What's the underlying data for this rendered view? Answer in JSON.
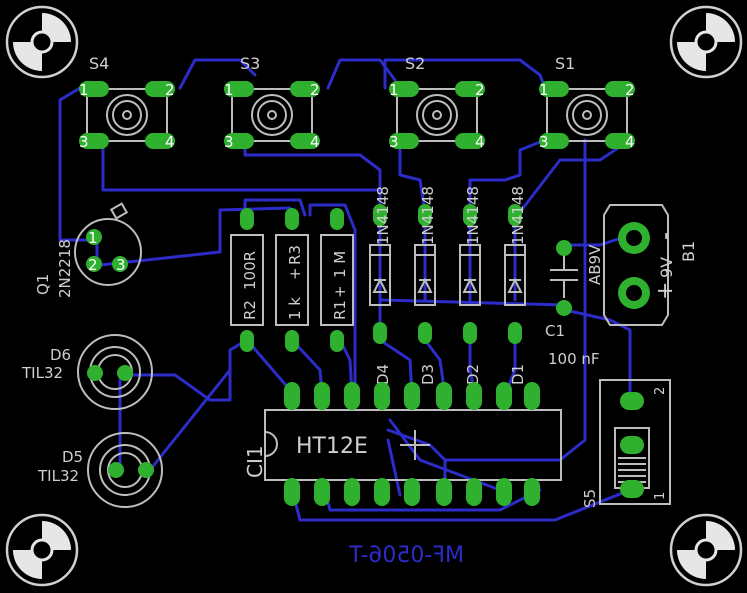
{
  "switches": [
    {
      "ref": "S4",
      "pins": [
        "1",
        "2",
        "3",
        "4"
      ]
    },
    {
      "ref": "S3",
      "pins": [
        "1",
        "2",
        "3",
        "4"
      ]
    },
    {
      "ref": "S2",
      "pins": [
        "1",
        "2",
        "3",
        "4"
      ]
    },
    {
      "ref": "S1",
      "pins": [
        "1",
        "2",
        "3",
        "4"
      ]
    }
  ],
  "diodes": [
    {
      "value": "1N4148",
      "ref": "D4"
    },
    {
      "value": "1N4148",
      "ref": "D3"
    },
    {
      "value": "1N4148",
      "ref": "D2"
    },
    {
      "value": "1N4148",
      "ref": "D1"
    }
  ],
  "resistors": [
    {
      "ref": "R2",
      "value": "100R"
    },
    {
      "ref": "R3",
      "value": "1 k"
    },
    {
      "ref": "R1",
      "value": "1 M"
    }
  ],
  "resistor_marks": {
    "plus": "+"
  },
  "transistor": {
    "ref": "Q1",
    "value": "2N2218",
    "pins": [
      "1",
      "2",
      "3"
    ]
  },
  "leds": [
    {
      "ref": "D6",
      "value": "TIL32"
    },
    {
      "ref": "D5",
      "value": "TIL32"
    }
  ],
  "ic": {
    "ref": "CI1",
    "value": "HT12E"
  },
  "capacitor": {
    "ref": "C1",
    "value": "100 nF"
  },
  "battery": {
    "ref": "B1",
    "value": "9V",
    "type": "AB9V",
    "minus": "-",
    "plus": "+"
  },
  "switch5": {
    "ref": "S5",
    "pin_top": "2",
    "pin_bottom": "1"
  },
  "board_label": "MF-0506-T",
  "colors": {
    "background": "#000000",
    "trace": "#2c2cc8",
    "pad": "#2fb02f",
    "silkscreen": "#bdbdbd"
  }
}
